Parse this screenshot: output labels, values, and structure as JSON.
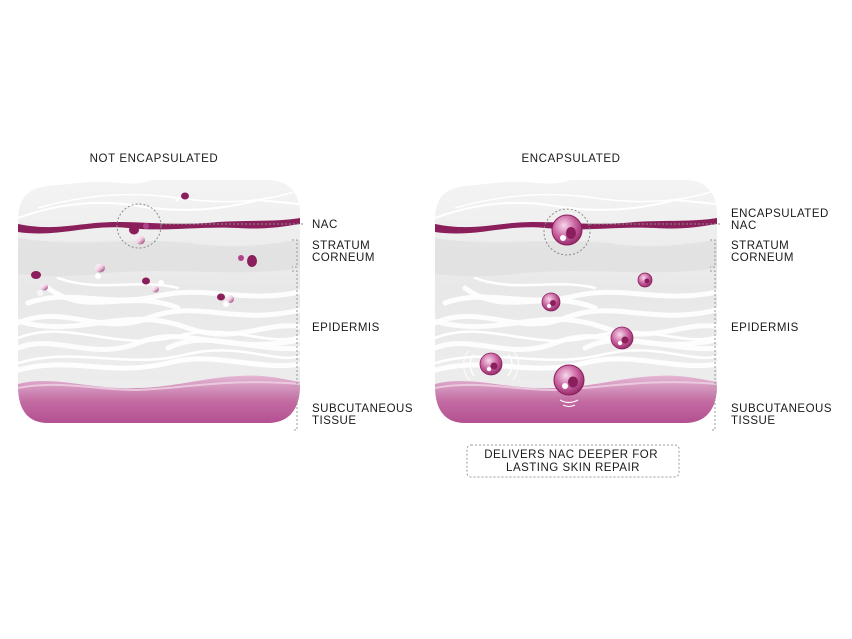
{
  "colors": {
    "plum": "#8a1f5c",
    "magenta": "#b0448a",
    "pink_light": "#dfa3c9",
    "skin_grey": "#e9e9e9",
    "fibre_white": "#ffffff",
    "bracket_grey": "#9a9a9a"
  },
  "panels": [
    {
      "title": "NOT ENCAPSULATED",
      "labels": {
        "nac": [
          "NAC"
        ],
        "stratum_corneum": [
          "STRATUM",
          "CORNEUM"
        ],
        "epidermis": [
          "EPIDERMIS"
        ],
        "subcutaneous": [
          "SUBCUTANEOUS",
          "TISSUE"
        ]
      }
    },
    {
      "title": "ENCAPSULATED",
      "labels": {
        "nac": [
          "ENCAPSULATED",
          "NAC"
        ],
        "stratum_corneum": [
          "STRATUM",
          "CORNEUM"
        ],
        "epidermis": [
          "EPIDERMIS"
        ],
        "subcutaneous": [
          "SUBCUTANEOUS",
          "TISSUE"
        ]
      },
      "callout": [
        "DELIVERS NAC DEEPER FOR",
        "LASTING SKIN REPAIR"
      ]
    }
  ]
}
